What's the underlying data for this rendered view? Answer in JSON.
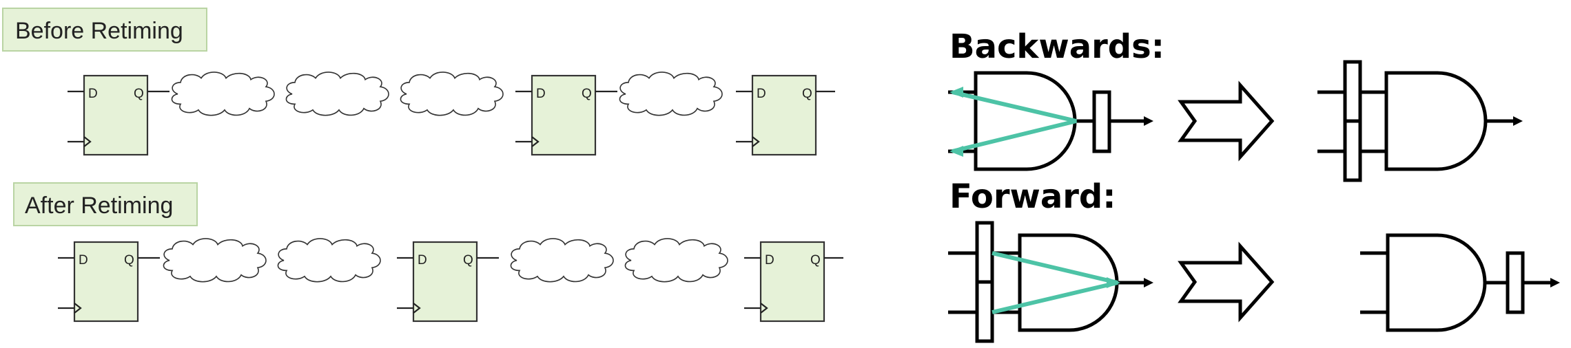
{
  "left": {
    "before_label": "Before Retiming",
    "after_label": "After Retiming",
    "pin_d": "D",
    "pin_q": "Q",
    "before_row": [
      "flipflop",
      "cloud",
      "cloud",
      "cloud",
      "flipflop",
      "cloud",
      "flipflop"
    ],
    "after_row": [
      "flipflop",
      "cloud",
      "cloud",
      "flipflop",
      "cloud",
      "cloud",
      "flipflop"
    ]
  },
  "right": {
    "backwards_heading": "Backwards:",
    "forward_heading": "Forward:"
  },
  "colors": {
    "flipflop_fill": "#e6f2d8",
    "label_fill": "#e6f2d8",
    "critical_path": "#4dc3a6"
  }
}
